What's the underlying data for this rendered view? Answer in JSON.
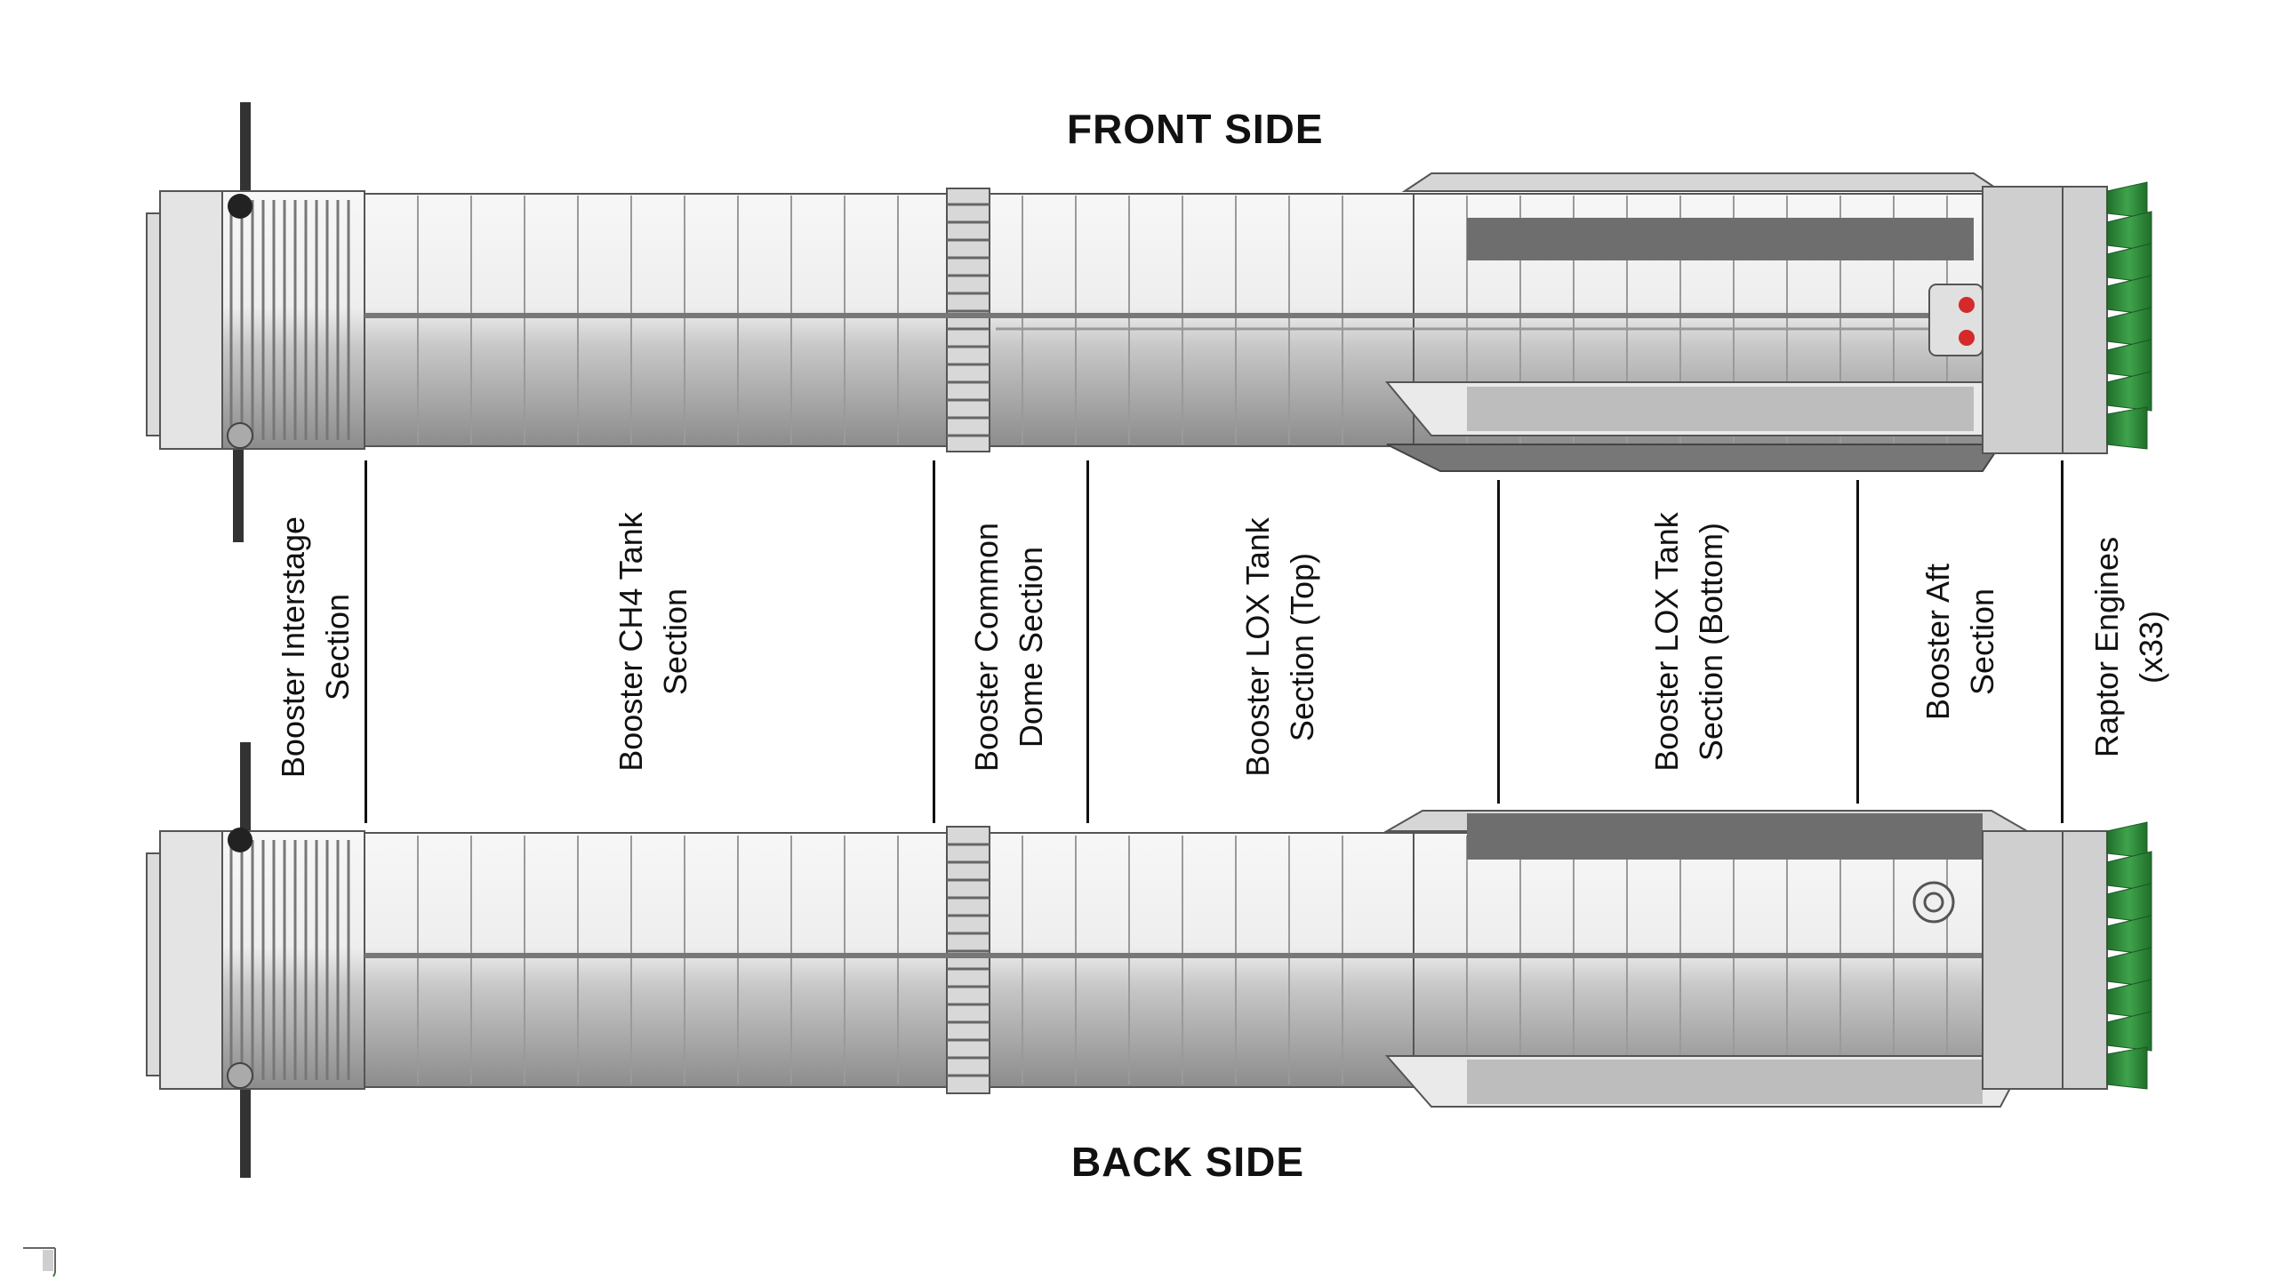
{
  "titles": {
    "front": "FRONT SIDE",
    "back": "BACK SIDE"
  },
  "sections": [
    {
      "id": "interstage",
      "line1": "Booster Interstage",
      "line2": "Section"
    },
    {
      "id": "ch4",
      "line1": "Booster CH4 Tank",
      "line2": "Section"
    },
    {
      "id": "common-dome",
      "line1": "Booster Common",
      "line2": "Dome Section"
    },
    {
      "id": "lox-top",
      "line1": "Booster LOX Tank",
      "line2": "Section (Top)"
    },
    {
      "id": "lox-bottom",
      "line1": "Booster LOX Tank",
      "line2": "Section (Bottom)"
    },
    {
      "id": "aft",
      "line1": "Booster Aft",
      "line2": "Section"
    },
    {
      "id": "engines",
      "line1": "Raptor Engines",
      "line2": "(x33)"
    }
  ],
  "colors": {
    "hull_light": "#f4f4f4",
    "hull_mid": "#c9c9c9",
    "hull_dark": "#8a8a8a",
    "outline": "#555555",
    "engine_green": "#2f8f3a",
    "accent_red": "#d42a2a"
  }
}
